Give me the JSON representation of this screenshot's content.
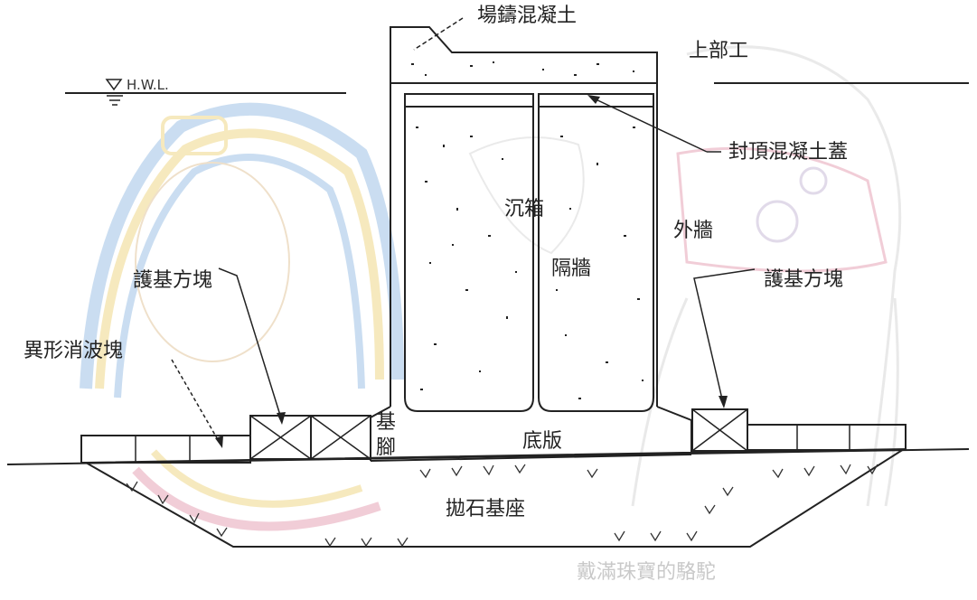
{
  "labels": {
    "cast_concrete": "場鑄混凝土",
    "superstructure": "上部工",
    "hwl": "H.W.L.",
    "cap_concrete": "封頂混凝土蓋",
    "caisson": "沉箱",
    "partition": "隔牆",
    "outer_wall": "外牆",
    "armor_left": "護基方塊",
    "armor_right": "護基方塊",
    "wave_block": "異形消波塊",
    "footing_1": "基",
    "footing_2": "腳",
    "base_slab": "底版",
    "rubble_mound": "拋石基座"
  },
  "watermark": "戴滿珠寶的駱駝",
  "colors": {
    "line": "#222222",
    "background": "#ffffff",
    "watermark": "#c9c9c9",
    "bg_sketch_blue": "#9fc3e6",
    "bg_sketch_yellow": "#efd88a",
    "bg_sketch_pink": "#e7a6b8",
    "bg_sketch_gray": "#d8d8d8"
  },
  "icons": {
    "water_level": "inverted-triangle-water-level-icon"
  }
}
